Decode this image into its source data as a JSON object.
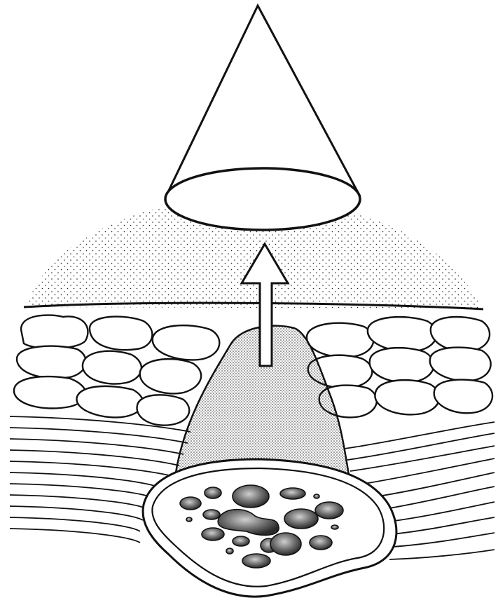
{
  "figure": {
    "kind": "anatomical-illustration",
    "labels": [],
    "colors": {
      "line": "#111111",
      "background": "#ffffff",
      "lump_fill": "#555555",
      "stipple": "#222222"
    },
    "elements": [
      "cone-shaped-funnel",
      "upward-arrow",
      "stippled-skin-halo",
      "skin-surface-line",
      "fat-lobules-layer",
      "muscle-fiber-layer",
      "stippled-cone-tissue",
      "bone-cross-section",
      "marrow-inclusions"
    ]
  }
}
